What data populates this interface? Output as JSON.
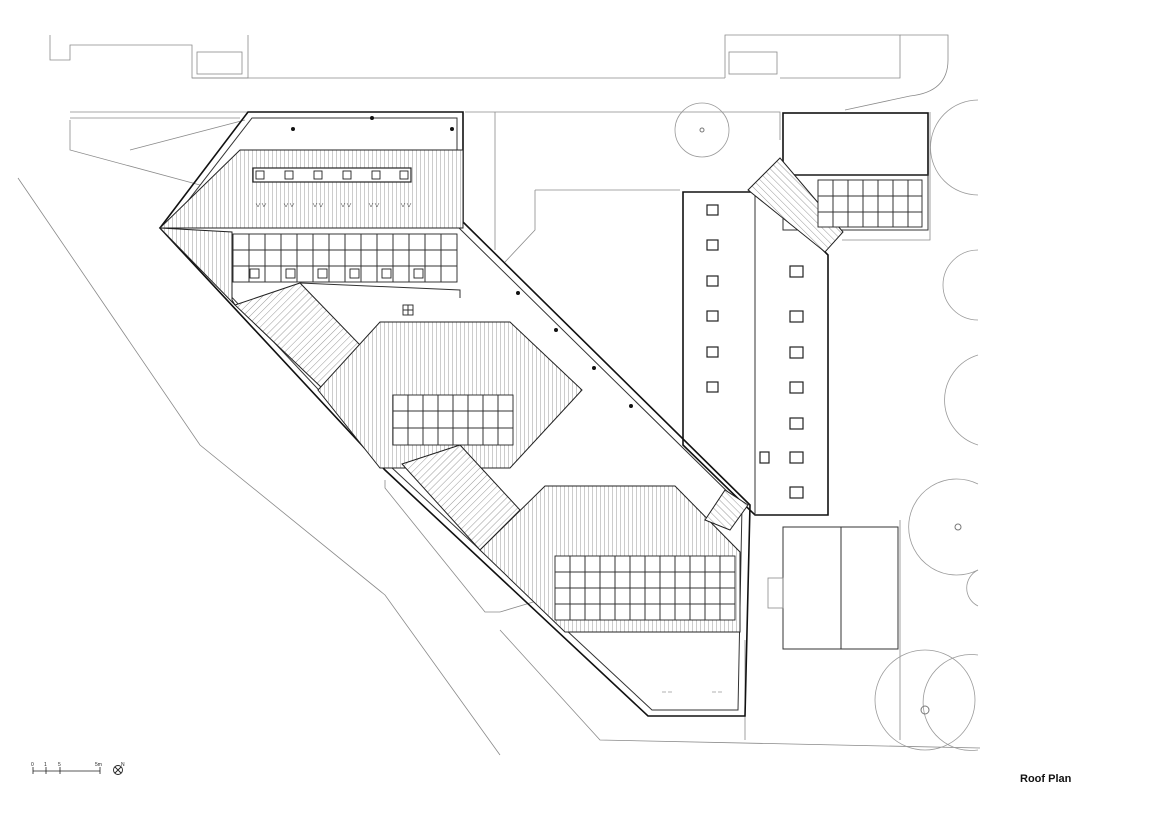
{
  "drawing": {
    "title": "Roof Plan"
  },
  "scale_bar": {
    "ticks": [
      "0",
      "1",
      "5",
      "5m"
    ]
  },
  "north_arrow": {
    "icon": "north-arrow-icon",
    "label": "N"
  }
}
